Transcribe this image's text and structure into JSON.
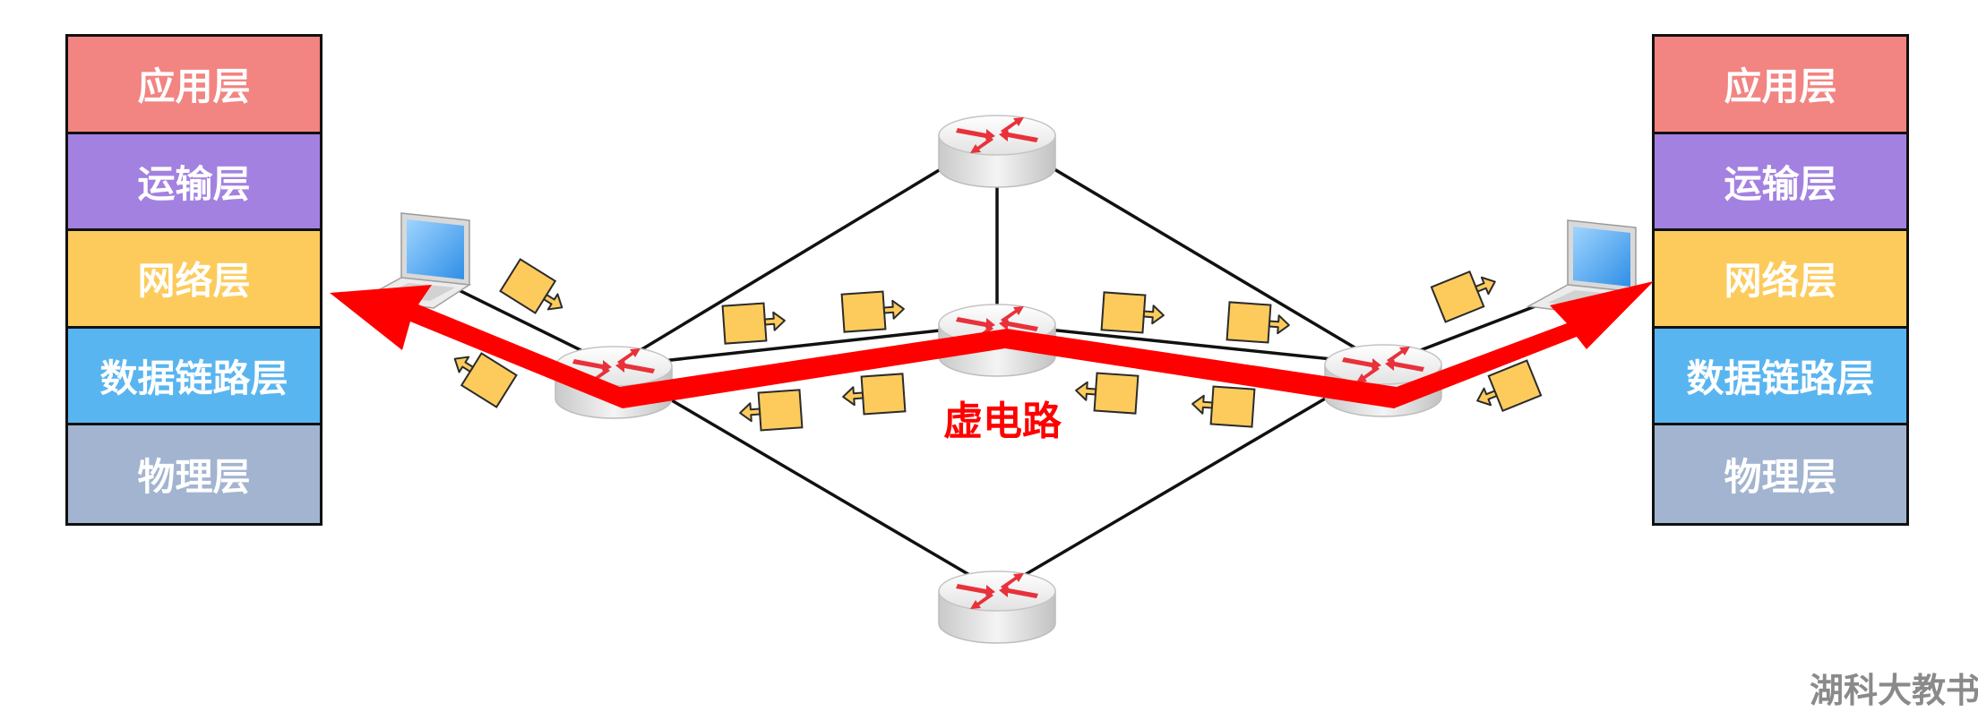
{
  "left_stack": {
    "layers": [
      {
        "label": "应用层",
        "color": "#f28482"
      },
      {
        "label": "运输层",
        "color": "#a381e0"
      },
      {
        "label": "网络层",
        "color": "#fccb5c"
      },
      {
        "label": "数据链路层",
        "color": "#59b5f0"
      },
      {
        "label": "物理层",
        "color": "#a2b4d0"
      }
    ]
  },
  "right_stack": {
    "layers": [
      {
        "label": "应用层",
        "color": "#f28482"
      },
      {
        "label": "运输层",
        "color": "#a381e0"
      },
      {
        "label": "网络层",
        "color": "#fccb5c"
      },
      {
        "label": "数据链路层",
        "color": "#59b5f0"
      },
      {
        "label": "物理层",
        "color": "#a2b4d0"
      }
    ]
  },
  "virtual_circuit": {
    "label": "虚电路",
    "color": "#ff0000"
  },
  "packet_color": "#fccb5c",
  "watermark": "湖科大教书匠"
}
